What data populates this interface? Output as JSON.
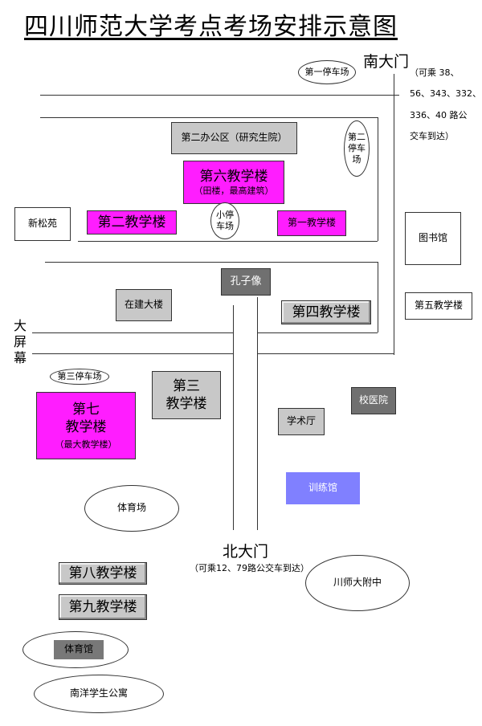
{
  "title": "四川师范大学考点考场安排示意图",
  "gates": {
    "south": "南大门",
    "south_bus": [
      "（可乘 38、",
      "56、343、332、",
      "336、40 路公",
      "交车到达）"
    ],
    "north": "北大门",
    "north_bus": "（可乘12、79路公交车到达）"
  },
  "parking": {
    "p1": "第一停车场",
    "p2": "第二停车场",
    "p3": "第三停车场",
    "small": "小停车场"
  },
  "buildings": {
    "office2": "第二办公区（研究生院）",
    "b6": "第六教学楼",
    "b6_note": "（田楼，最高建筑）",
    "b2": "第二教学楼",
    "b1": "第一教学楼",
    "xinsongyuan": "新松苑",
    "library": "图书馆",
    "confucius": "孔子像",
    "construction": "在建大楼",
    "b4": "第四教学楼",
    "b5": "第五教学楼",
    "big_screen": "大屏幕",
    "b7_line1": "第七",
    "b7_line2": "教学楼",
    "b7_note": "（最大教学楼）",
    "b3_line1": "第三",
    "b3_line2": "教学楼",
    "clinic": "校医院",
    "academic_hall": "学术厅",
    "training_hall": "训练馆",
    "stadium": "体育场",
    "b8": "第八教学楼",
    "b9": "第九教学楼",
    "gym": "体育馆",
    "dorm": "南洋学生公寓",
    "affiliated_school": "川师大附中"
  }
}
